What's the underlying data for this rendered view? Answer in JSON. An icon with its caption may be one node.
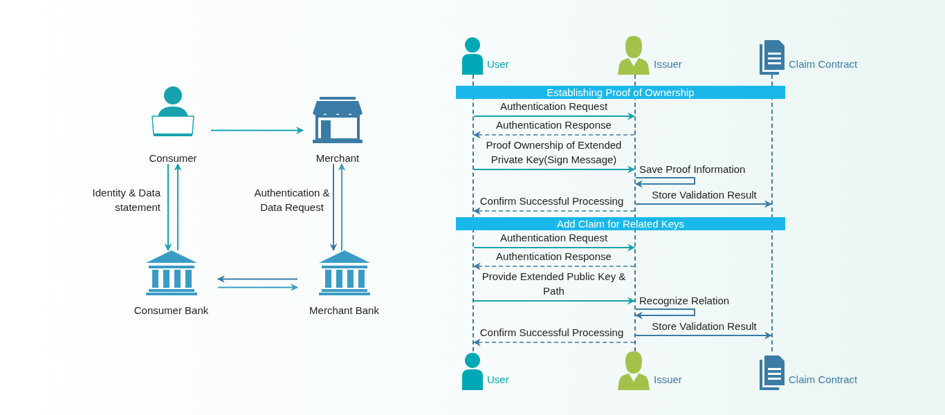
{
  "diagram": {
    "nodes": [
      {
        "text": [
          "Consumer"
        ]
      },
      {
        "text": [
          "Merchant"
        ]
      },
      {
        "text": [
          "Consumer Bank"
        ]
      },
      {
        "text": [
          "Merchant Bank"
        ]
      },
      {
        "text": [
          "User"
        ]
      },
      {
        "text": [
          "Issuer"
        ]
      },
      {
        "text": [
          "Claim Contract"
        ]
      },
      {
        "text": [
          "User"
        ]
      },
      {
        "text": [
          "Issuer"
        ]
      },
      {
        "text": [
          "Claim Contract"
        ]
      },
      {
        "text": [
          "Establishing Proof of Ownership"
        ]
      },
      {
        "text": [
          "Add Claim for Related Keys"
        ]
      },
      {
        "text": [],
        "shape": "line"
      },
      {
        "text": [],
        "shape": "line"
      },
      {
        "text": [],
        "shape": "line"
      }
    ],
    "edges": [
      {
        "from": 0,
        "to": 1,
        "arrow": "to",
        "color": "#17a2ad"
      },
      {
        "from": 0,
        "to": 2,
        "arrow": "to",
        "label": "Identity & Data statement",
        "color": "#17a2ad"
      },
      {
        "from": 2,
        "to": 0,
        "arrow": "to",
        "color": "#17a2ad"
      },
      {
        "from": 1,
        "to": 3,
        "arrow": "to",
        "label": "Authentication & Data Request"
      },
      {
        "from": 3,
        "to": 1,
        "arrow": "to",
        "color": "#3a9cc4"
      },
      {
        "from": 3,
        "to": 2,
        "arrow": "to"
      },
      {
        "from": 2,
        "to": 3,
        "arrow": "to",
        "color": "#3a9cc4"
      },
      {
        "from": 12,
        "to": 13,
        "arrow": "to",
        "label": "Authentication Request",
        "color": "#17a2ad"
      },
      {
        "from": 13,
        "to": 12,
        "arrow": "to",
        "label": "Authentication Response",
        "style": "dashed"
      },
      {
        "from": 12,
        "to": 13,
        "arrow": "to",
        "label": "Proof Ownership of Extended Private Key(Sign Message)",
        "color": "#17a2ad"
      },
      {
        "from": 13,
        "to": 13,
        "arrow": "to",
        "label": "Save Proof Information"
      },
      {
        "from": 13,
        "to": 14,
        "arrow": "to",
        "label": "Store Validation Result"
      },
      {
        "from": 13,
        "to": 12,
        "arrow": "to",
        "label": "Confirm Successful Processing",
        "style": "dashed"
      },
      {
        "from": 12,
        "to": 13,
        "arrow": "to",
        "label": "Authentication Request",
        "color": "#17a2ad"
      },
      {
        "from": 13,
        "to": 12,
        "arrow": "to",
        "label": "Authentication Response",
        "style": "dashed"
      },
      {
        "from": 12,
        "to": 13,
        "arrow": "to",
        "label": "Provide Extended Public Key & Path",
        "color": "#17a2ad"
      },
      {
        "from": 13,
        "to": 13,
        "arrow": "to",
        "label": "Recognize Relation"
      },
      {
        "from": 13,
        "to": 14,
        "arrow": "to",
        "label": "Store Validation Result"
      },
      {
        "from": 13,
        "to": 12,
        "arrow": "to",
        "label": "Confirm Successful Processing",
        "style": "dashed"
      }
    ]
  }
}
